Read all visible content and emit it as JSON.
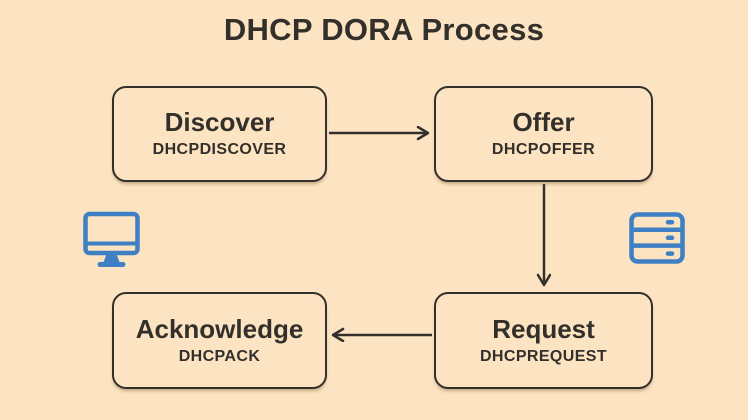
{
  "title": "DHCP DORA Process",
  "colors": {
    "background": "#FCE4C2",
    "ink": "#33302B",
    "icon_blue": "#3F7FC4"
  },
  "steps": [
    {
      "name": "Discover",
      "message": "DHCPDISCOVER"
    },
    {
      "name": "Offer",
      "message": "DHCPOFFER"
    },
    {
      "name": "Request",
      "message": "DHCPREQUEST"
    },
    {
      "name": "Acknowledge",
      "message": "DHCPACK"
    }
  ],
  "arrows": [
    {
      "from": "Discover",
      "to": "Offer",
      "direction": "right"
    },
    {
      "from": "Offer",
      "to": "Request",
      "direction": "down"
    },
    {
      "from": "Request",
      "to": "Acknowledge",
      "direction": "left"
    }
  ],
  "icons": [
    {
      "name": "client-computer-icon",
      "side": "left"
    },
    {
      "name": "server-icon",
      "side": "right"
    }
  ]
}
